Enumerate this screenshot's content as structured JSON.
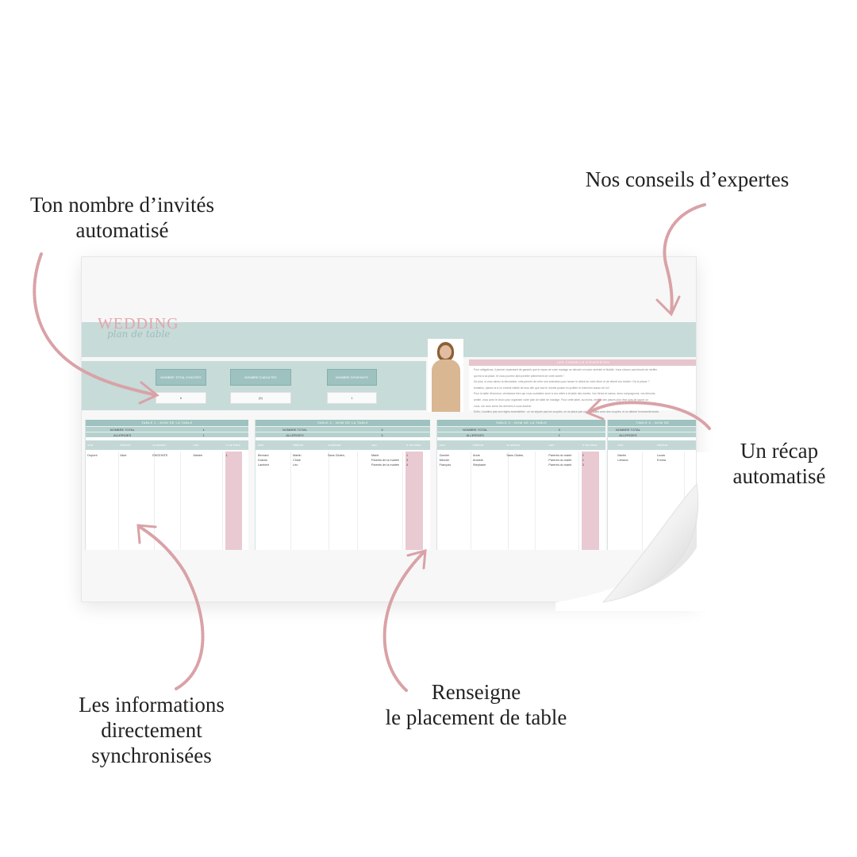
{
  "callouts": {
    "guests": [
      "Ton nombre d’invités",
      "automatisé"
    ],
    "tips": [
      "Nos conseils d’expertes"
    ],
    "recap": [
      "Un récap",
      "automatisé"
    ],
    "sync": [
      "Les informations",
      "directement",
      "synchronisées"
    ],
    "placement": [
      "Renseigne",
      "le placement de table"
    ]
  },
  "colors": {
    "teal": "#c7dbd9",
    "teal_dark": "#9ec2bf",
    "pink": "#e9cad2",
    "rose_text": "#e3a5ad",
    "arrow": "#d9a2a7"
  },
  "sheet": {
    "logo": {
      "word": "WEDDING",
      "script": "plan de table"
    },
    "counters": [
      {
        "label": "NOMBRE TOTAL D'INVITÉS",
        "value": "6"
      },
      {
        "label": "NOMBRE D'ADULTES",
        "value": "(6)"
      },
      {
        "label": "NOMBRE D'ENFANTS",
        "value": "1"
      }
    ],
    "advice": {
      "header": "LES CONSEILS D'EXPERTES",
      "lines": [
        "Pour obligations, il permet cependant de garantir que le repas de votre mariage se déroule en toute sérénité et fluidité. Vous n'aurez pas besoin de vérifier",
        "qui est à sa place, et vous pourrez ainsi profiter pleinement de votre soirée !",
        "De plus, si vous aimez la décoration, cela permet de créer une animation pour lancer le début de votre dîner et de diverti vos invités ! Où le placer ?",
        "tentation, placez-le à un endroit visible de tous afin que tout le monde puisse en profiter et cheminer autour de lui !",
        "Pour la table d'honneur, choisissez bien qui vous souhaitez avoir à vos côtés à la table des mariés. Vos frères et sœurs, leurs compagnons, vos témoins,",
        "amitié, vous avez le choix pour organiser votre plan de table de mariage. Pour cette table, au moins, mettez des places pour être sûrs de savoir où",
        "vous, car vous serez les derniers à vous asseoir.",
        "Enfin, n'oubliez pas ces règles essentielles : on ne sépare pas les couples, on ne place pas un célibataire avec des couples, et on attente hommes/femmes."
      ]
    },
    "tables": [
      {
        "title": "TABLE 1 - NOM DE LA TABLE",
        "total_label": "NOMBRE TOTAL",
        "total": "1",
        "allergy_label": "ALLERGIES",
        "allergy": "1",
        "columns": [
          "NOM",
          "PRÉNOM",
          "ALLERGIES",
          "LIEN",
          "N° DE TABLE"
        ],
        "rows": [
          [
            "Dupont",
            "Alice",
            "ENCEINTE",
            "Mariée",
            "1"
          ]
        ]
      },
      {
        "title": "TABLE 2 - NOM DE LA TABLE",
        "total_label": "NOMBRE TOTAL",
        "total": "3",
        "allergy_label": "ALLERGIES",
        "allergy": "3",
        "columns": [
          "NOM",
          "PRÉNOM",
          "ALLERGIES",
          "LIEN",
          "N° DE TABLE"
        ],
        "rows": [
          [
            "Bernard",
            "Martin",
            "Sans Gluten,",
            "Marié",
            "1"
          ],
          [
            "Dubois",
            "Chloé",
            "",
            "Parents de la mariée",
            "3"
          ],
          [
            "Lambert",
            "Léo",
            "",
            "Parents de la mariée",
            "4"
          ]
        ]
      },
      {
        "title": "TABLE 3 - NOM DE LA TABLE",
        "total_label": "NOMBRE TOTAL",
        "total": "3",
        "allergy_label": "ALLERGIES",
        "allergy": "1",
        "columns": [
          "NOM",
          "PRÉNOM",
          "ALLERGIES",
          "LIEN",
          "N° DE TABLE"
        ],
        "rows": [
          [
            "Garnier",
            "Anne",
            "Sans Gluten,",
            "Parents du marié",
            "2"
          ],
          [
            "Mercier",
            "Antoine",
            "",
            "Parents du marié",
            "1"
          ],
          [
            "François",
            "Stéphane",
            "",
            "Parents du marié",
            "3"
          ]
        ]
      },
      {
        "title": "TABLE 4 - NOM DE",
        "total_label": "NOMBRE TOTAL",
        "total": "",
        "allergy_label": "ALLERGIES",
        "allergy": "",
        "columns": [
          "NOM",
          "PRÉNOM"
        ],
        "rows": [
          [
            "Martin",
            "Lucas"
          ],
          [
            "Leblanc",
            "Emma"
          ]
        ]
      }
    ]
  }
}
